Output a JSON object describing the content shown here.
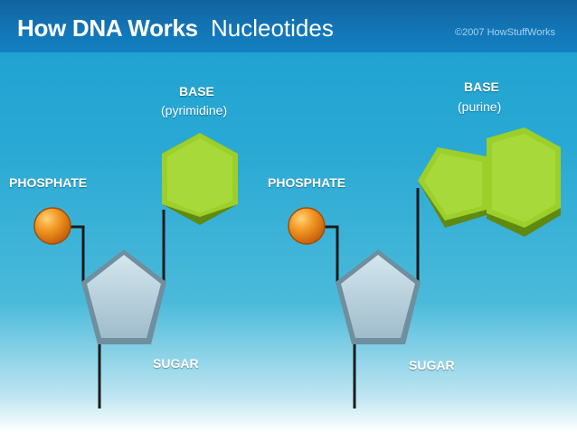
{
  "header": {
    "title_main": "How DNA Works",
    "title_sub": "Nucleotides",
    "credit": "©2007 HowStuffWorks"
  },
  "left_nucleotide": {
    "phosphate_label": "PHOSPHATE",
    "base_label": "BASE",
    "base_type": "(pyrimidine)",
    "sugar_label": "SUGAR"
  },
  "right_nucleotide": {
    "phosphate_label": "PHOSPHATE",
    "base_label": "BASE",
    "base_type": "(purine)",
    "sugar_label": "SUGAR"
  },
  "colors": {
    "phosphate": "#f08c1c",
    "base": "#9ccf2a",
    "sugar": "#b5cfd9",
    "bond": "#1b1b1b"
  }
}
